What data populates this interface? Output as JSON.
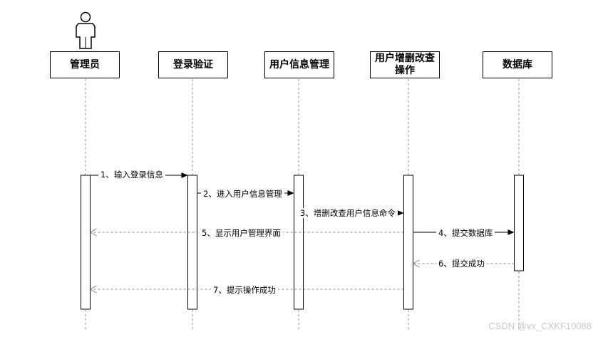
{
  "participants": [
    {
      "id": "admin",
      "label": "管理员"
    },
    {
      "id": "auth",
      "label": "登录验证"
    },
    {
      "id": "user_info_mgmt",
      "label": "用户信息管理"
    },
    {
      "id": "crud_ops",
      "label": "用户增删改查操作"
    },
    {
      "id": "database",
      "label": "数据库"
    }
  ],
  "messages": [
    {
      "n": "1",
      "label": "1、输入登录信息",
      "from": "admin",
      "to": "auth",
      "style": "solid"
    },
    {
      "n": "2",
      "label": "2、进入用户信息管理",
      "from": "auth",
      "to": "user_info_mgmt",
      "style": "solid"
    },
    {
      "n": "3",
      "label": "3、增删改查用户信息命令",
      "from": "user_info_mgmt",
      "to": "crud_ops",
      "style": "solid"
    },
    {
      "n": "4",
      "label": "4、提交数据库",
      "from": "crud_ops",
      "to": "database",
      "style": "solid"
    },
    {
      "n": "5",
      "label": "5、显示用户管理界面",
      "from": "crud_ops",
      "to": "admin",
      "style": "dashed"
    },
    {
      "n": "6",
      "label": "6、提交成功",
      "from": "database",
      "to": "crud_ops",
      "style": "dashed"
    },
    {
      "n": "7",
      "label": "7、提示操作成功",
      "from": "crud_ops",
      "to": "admin",
      "style": "dashed"
    }
  ],
  "watermark": "CSDN @vx_CXKF10088",
  "colors": {
    "line": "#000000",
    "lifeline": "#9a9a9a",
    "watermark": "#c8c8c8"
  }
}
